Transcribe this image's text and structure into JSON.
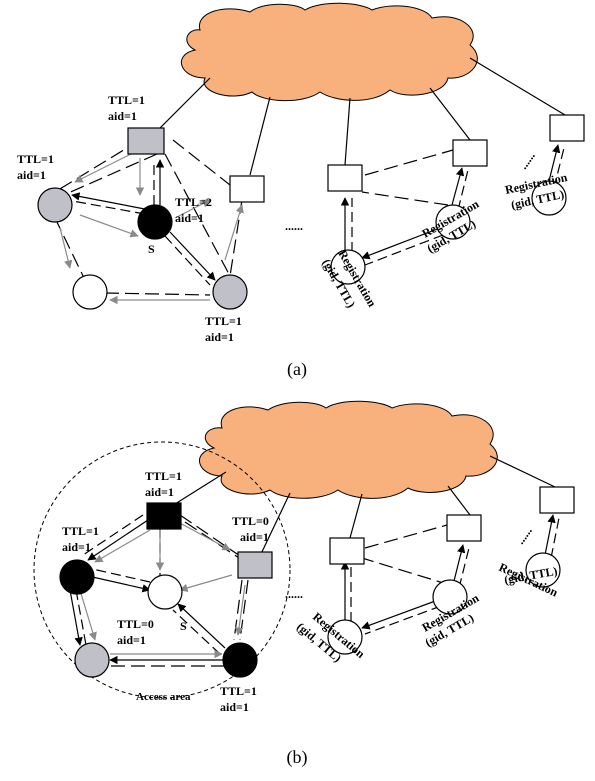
{
  "panel_a": {
    "caption": "(a)",
    "labels": {
      "top_ttl": "TTL=1",
      "top_aid": "aid=1",
      "left_ttl": "TTL=1",
      "left_aid": "aid=1",
      "center_ttl": "TTL=2",
      "center_aid": "aid=1",
      "bottom_ttl": "TTL=1",
      "bottom_aid": "aid=1",
      "source": "S",
      "ellipsis": "......",
      "ellipsis2": "......",
      "reg1_a": "Registration",
      "reg1_b": "(gid, TTL)",
      "reg2_a": "Registration",
      "reg2_b": "(gid, TTL)",
      "reg3_a": "Registration",
      "reg3_b": "(gid, TTL)"
    }
  },
  "panel_b": {
    "caption": "(b)",
    "labels": {
      "top_ttl": "TTL=1",
      "top_aid": "aid=1",
      "left_ttl": "TTL=1",
      "left_aid": "aid=1",
      "right_ttl": "TTL=0",
      "right_aid": "aid=1",
      "mid_ttl": "TTL=0",
      "mid_aid": "aid=1",
      "bottom_ttl": "TTL=1",
      "bottom_aid": "aid=1",
      "source": "S",
      "access_area": "Access area",
      "ellipsis": "......",
      "ellipsis2": "......",
      "reg1_a": "Registration",
      "reg1_b": "(gid, TTL)",
      "reg2_a": "Registration",
      "reg2_b": "(gid, TTL)",
      "reg3_a": "Registration",
      "reg3_b": "(gid, TTL)"
    }
  },
  "colors": {
    "cloud": "#f8b07c",
    "gray_node": "#c0c0c8",
    "black_node": "#000000",
    "white_node": "#ffffff",
    "gray_arrow": "#8a8a8a"
  }
}
